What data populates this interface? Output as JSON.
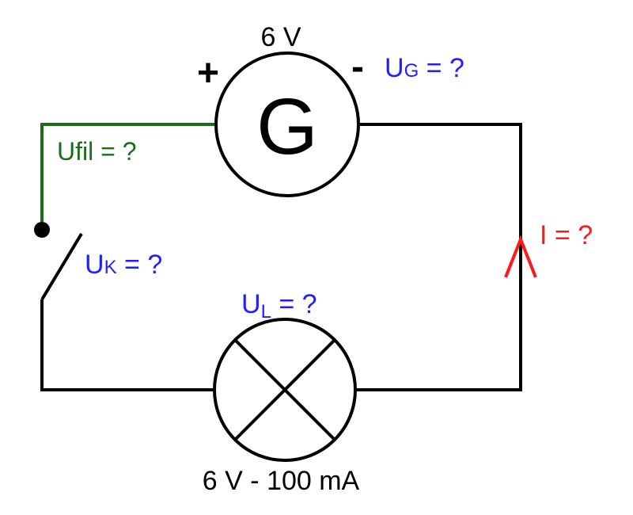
{
  "generator": {
    "letter": "G",
    "voltage": "6 V",
    "plus_sign": "+",
    "minus_sign": "-"
  },
  "labels": {
    "ug": {
      "main": "U",
      "sub": "G",
      "rest": " = ?"
    },
    "ufil": "Ufil = ?",
    "uk": {
      "main": "U",
      "sub": "K",
      "rest": " = ?"
    },
    "ul": {
      "main": "U",
      "sub": "L",
      "rest": " = ?"
    },
    "current": "I = ?"
  },
  "lamp": {
    "rating": "6 V - 100 mA"
  },
  "colors": {
    "wire": "#000000",
    "wire_highlight": "#1a6e1a",
    "voltage_label": "#1f1fff",
    "current_label": "#ff1a1a",
    "ufil_label": "#1a6e1a"
  }
}
